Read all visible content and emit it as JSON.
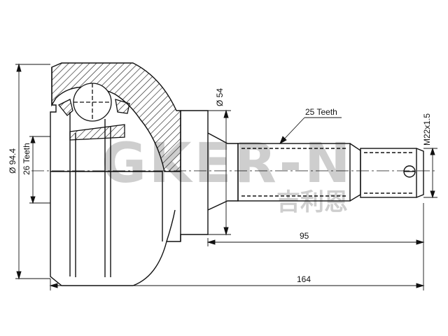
{
  "diagram": {
    "title": "",
    "dimensions": {
      "overall_length": "164",
      "shaft_length": "95",
      "outer_diameter": "Ø 94.4",
      "abs_ring_teeth": "26 Teeth",
      "inner_diameter": "Ø 54",
      "spline_teeth": "25 Teeth",
      "thread": "M22x1.5"
    },
    "watermark": {
      "brand": "GKER-N",
      "chinese": "吉利恩"
    },
    "colors": {
      "line": "#111111",
      "hatch": "#222222",
      "watermark": "#c9c9c9"
    }
  }
}
